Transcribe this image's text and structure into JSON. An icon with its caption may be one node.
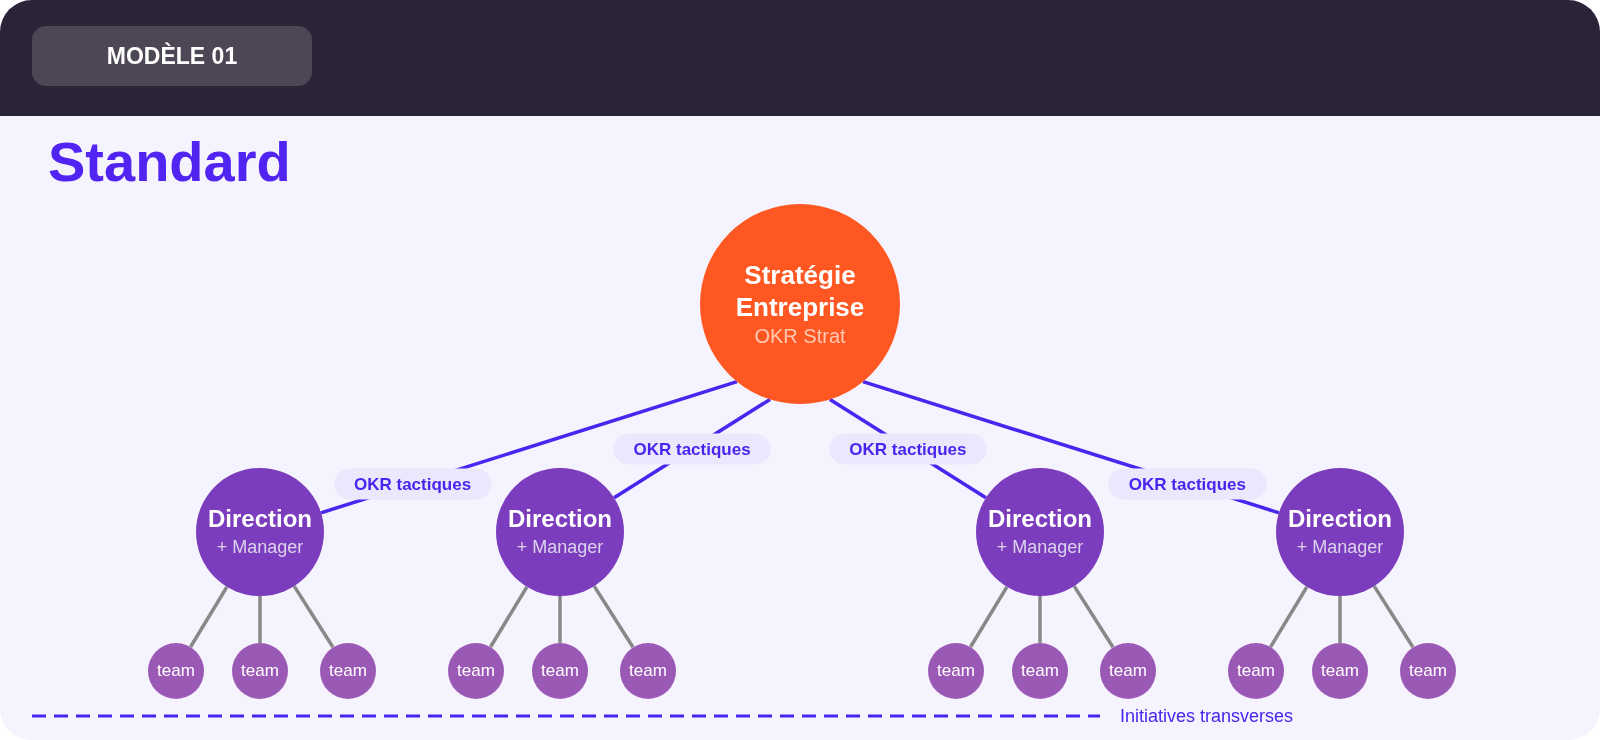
{
  "diagram": {
    "title": "Standard",
    "nodes": [
      {
        "text": [
          "Stratégie Entreprise",
          "OKR Strat"
        ]
      },
      {
        "text": [
          "Direction",
          "+ Manager"
        ]
      },
      {
        "text": [
          "Direction",
          "+ Manager"
        ]
      },
      {
        "text": [
          "Direction",
          "+ Manager"
        ]
      },
      {
        "text": [
          "Direction",
          "+ Manager"
        ]
      },
      {
        "text": [
          "team"
        ]
      },
      {
        "text": [
          "team"
        ]
      },
      {
        "text": [
          "team"
        ]
      },
      {
        "text": [
          "team"
        ]
      },
      {
        "text": [
          "team"
        ]
      },
      {
        "text": [
          "team"
        ]
      },
      {
        "text": [
          "team"
        ]
      },
      {
        "text": [
          "team"
        ]
      },
      {
        "text": [
          "team"
        ]
      },
      {
        "text": [
          "team"
        ]
      },
      {
        "text": [
          "team"
        ]
      },
      {
        "text": [
          "team"
        ]
      }
    ],
    "edges": [
      {
        "from": 0,
        "to": 1,
        "arrow": "none",
        "label": "OKR tactiques",
        "color": "#4a25f0"
      },
      {
        "from": 0,
        "to": 2,
        "arrow": "none",
        "label": "OKR tactiques",
        "color": "#4a25f0"
      },
      {
        "from": 0,
        "to": 3,
        "arrow": "none",
        "label": "OKR tactiques",
        "color": "#4a25f0"
      },
      {
        "from": 0,
        "to": 4,
        "arrow": "none",
        "label": "OKR tactiques",
        "color": "#4a25f0"
      },
      {
        "from": 1,
        "to": 5,
        "arrow": "none"
      },
      {
        "from": 1,
        "to": 6,
        "arrow": "none"
      },
      {
        "from": 1,
        "to": 7,
        "arrow": "none"
      },
      {
        "from": 2,
        "to": 8,
        "arrow": "none"
      },
      {
        "from": 2,
        "to": 9,
        "arrow": "none"
      },
      {
        "from": 2,
        "to": 10,
        "arrow": "none"
      },
      {
        "from": 3,
        "to": 11,
        "arrow": "none"
      },
      {
        "from": 3,
        "to": 12,
        "arrow": "none"
      },
      {
        "from": 3,
        "to": 13,
        "arrow": "none"
      },
      {
        "from": 4,
        "to": 14,
        "arrow": "none"
      },
      {
        "from": 4,
        "to": 15,
        "arrow": "none"
      },
      {
        "from": 4,
        "to": 16,
        "arrow": "none"
      }
    ],
    "labels": [
      "MODÈLE 01",
      "Initiatives transverses"
    ]
  }
}
